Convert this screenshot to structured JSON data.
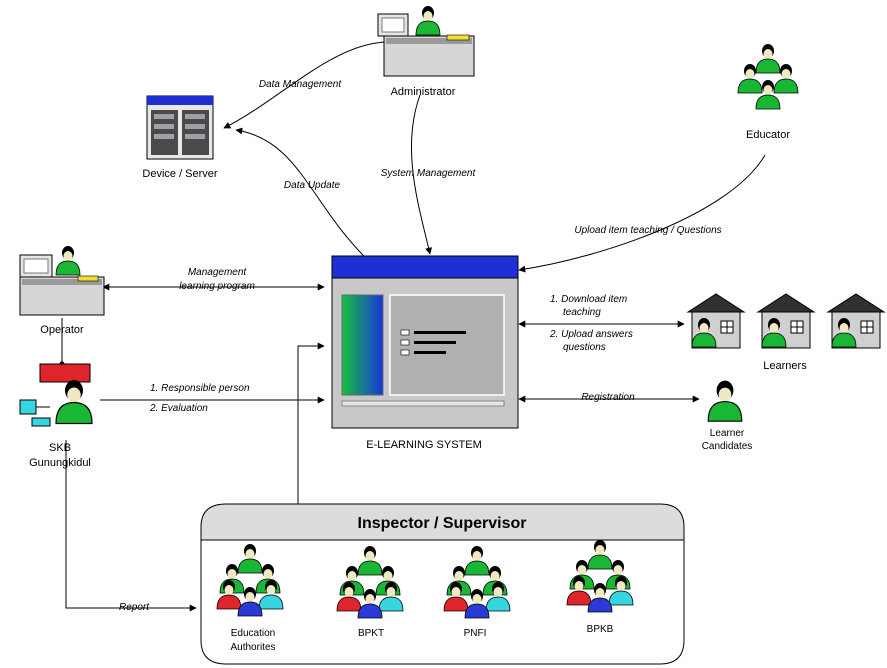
{
  "nodes": {
    "administrator": "Administrator",
    "device_server": "Device / Server",
    "educator": "Educator",
    "operator": "Operator",
    "skb_line1": "SKB",
    "skb_line2": "Gunungkidul",
    "system": "E-LEARNING SYSTEM",
    "learners": "Learners",
    "candidates_line1": "Learner",
    "candidates_line2": "Candidates",
    "inspector": "Inspector / Supervisor",
    "authorities_line1": "Education",
    "authorities_line2": "Authorites",
    "bpkt": "BPKT",
    "pnfi": "PNFI",
    "bpkb": "BPKB"
  },
  "edges": {
    "data_management": "Data Management",
    "data_update": "Data Update",
    "system_management": "System Management",
    "upload_teaching": "Upload item teaching / Questions",
    "mgmt_line1": "Management",
    "mgmt_line2": "learning program",
    "download_line1": "1. Download item",
    "download_line2": "teaching",
    "upload_line1": "2. Upload answers",
    "upload_line2": "questions",
    "resp_line1": "1. Responsible person",
    "resp_line2": "2. Evaluation",
    "registration": "Registration",
    "report": "Report"
  },
  "colors": {
    "person_green": "#19b733",
    "person_red": "#e0242b",
    "person_cyan": "#35d6e0",
    "person_blue": "#2b3ad6",
    "system_bar": "#1f2fd6",
    "window_gray": "#c8c8c8"
  }
}
